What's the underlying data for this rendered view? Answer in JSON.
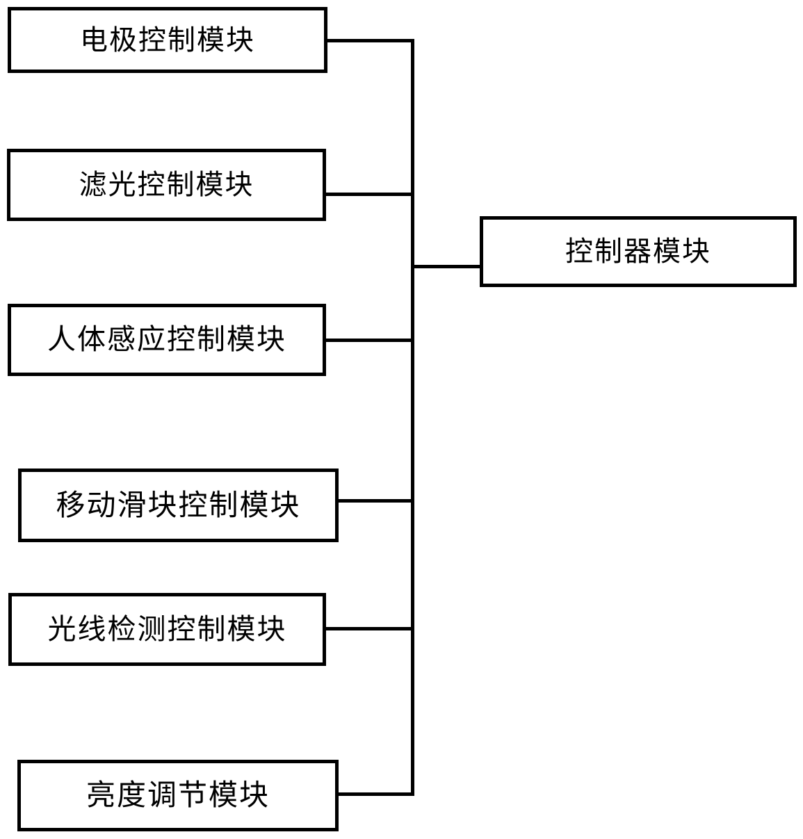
{
  "diagram": {
    "type": "block-diagram",
    "background_color": "#ffffff",
    "line_color": "#000000",
    "nodes": [
      {
        "id": "electrode-control-module",
        "label": "电极控制模块"
      },
      {
        "id": "light-filter-control-module",
        "label": "滤光控制模块"
      },
      {
        "id": "human-sensing-control-module",
        "label": "人体感应控制模块"
      },
      {
        "id": "moving-slider-control-module",
        "label": "移动滑块控制模块"
      },
      {
        "id": "light-detection-control-module",
        "label": "光线检测控制模块"
      },
      {
        "id": "brightness-adjust-module",
        "label": "亮度调节模块"
      },
      {
        "id": "controller-module",
        "label": "控制器模块"
      }
    ],
    "connections": [
      {
        "from": "electrode-control-module",
        "to": "controller-module"
      },
      {
        "from": "light-filter-control-module",
        "to": "controller-module"
      },
      {
        "from": "human-sensing-control-module",
        "to": "controller-module"
      },
      {
        "from": "moving-slider-control-module",
        "to": "controller-module"
      },
      {
        "from": "light-detection-control-module",
        "to": "controller-module"
      },
      {
        "from": "brightness-adjust-module",
        "to": "controller-module"
      }
    ]
  }
}
